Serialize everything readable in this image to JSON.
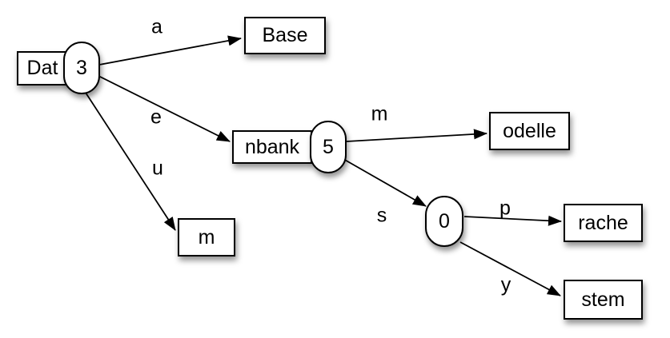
{
  "diagram": {
    "type": "trie",
    "background_color": "#ffffff",
    "stroke_color": "#000000",
    "node_fill_color": "#ffffff",
    "nodes": {
      "dat": {
        "label": "Dat",
        "count": "3",
        "shape": "box-with-oval"
      },
      "base": {
        "label": "Base",
        "shape": "box"
      },
      "nbank": {
        "label": "nbank",
        "count": "5",
        "shape": "box-with-oval"
      },
      "m": {
        "label": "m",
        "shape": "box"
      },
      "odelle": {
        "label": "odelle",
        "shape": "box"
      },
      "zero": {
        "count": "0",
        "shape": "oval"
      },
      "rache": {
        "label": "rache",
        "shape": "box"
      },
      "stem": {
        "label": "stem",
        "shape": "box"
      }
    },
    "edges": {
      "a": {
        "label": "a",
        "from": "dat",
        "to": "base"
      },
      "e": {
        "label": "e",
        "from": "dat",
        "to": "nbank"
      },
      "u": {
        "label": "u",
        "from": "dat",
        "to": "m"
      },
      "m": {
        "label": "m",
        "from": "nbank",
        "to": "odelle"
      },
      "s": {
        "label": "s",
        "from": "nbank",
        "to": "zero"
      },
      "p": {
        "label": "p",
        "from": "zero",
        "to": "rache"
      },
      "y": {
        "label": "y",
        "from": "zero",
        "to": "stem"
      }
    }
  }
}
